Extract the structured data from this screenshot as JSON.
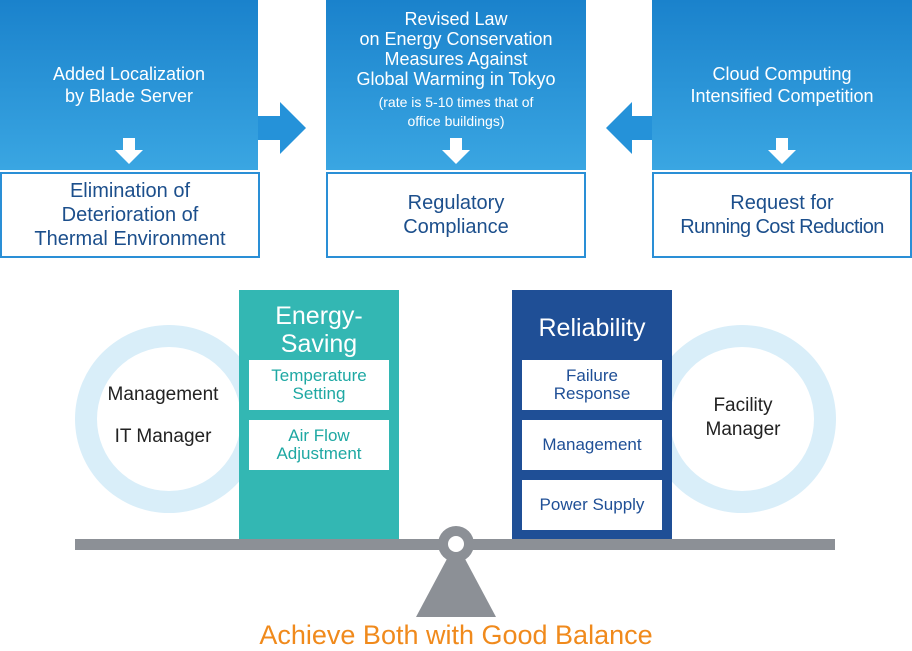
{
  "sources": [
    {
      "title": [
        "Added Localization",
        "by Blade Server"
      ],
      "note": [],
      "result": [
        "Elimination of",
        "Deterioration of",
        "Thermal Environment"
      ]
    },
    {
      "title": [
        "Revised Law",
        "on Energy Conservation",
        "Measures Against",
        "Global Warming in Tokyo"
      ],
      "note": [
        "(rate is 5-10 times that of",
        "office buildings)"
      ],
      "result": [
        "Regulatory",
        "Compliance"
      ]
    },
    {
      "title": [
        "Cloud Computing",
        "Intensified Competition"
      ],
      "note": [],
      "result": [
        "Request for",
        "Running Cost Reduction"
      ]
    }
  ],
  "energy_saving": {
    "title": [
      "Energy-",
      "Saving"
    ],
    "items": [
      [
        "Temperature",
        "Setting"
      ],
      [
        "Air Flow",
        "Adjustment"
      ]
    ]
  },
  "reliability": {
    "title": "Reliability",
    "items": [
      [
        "Failure",
        "Response"
      ],
      [
        "Management"
      ],
      [
        "Power Supply"
      ]
    ]
  },
  "left_circle": [
    "Management",
    "IT Manager"
  ],
  "right_circle": [
    "Facility",
    "Manager"
  ],
  "footer": "Achieve Both with Good Balance",
  "colors": {
    "blue": "#1a82cc",
    "teal": "#33b7b3",
    "navy": "#1f4f96",
    "orange": "#f08a1c",
    "gray": "#8c9096",
    "ring": "#d9eef9"
  }
}
